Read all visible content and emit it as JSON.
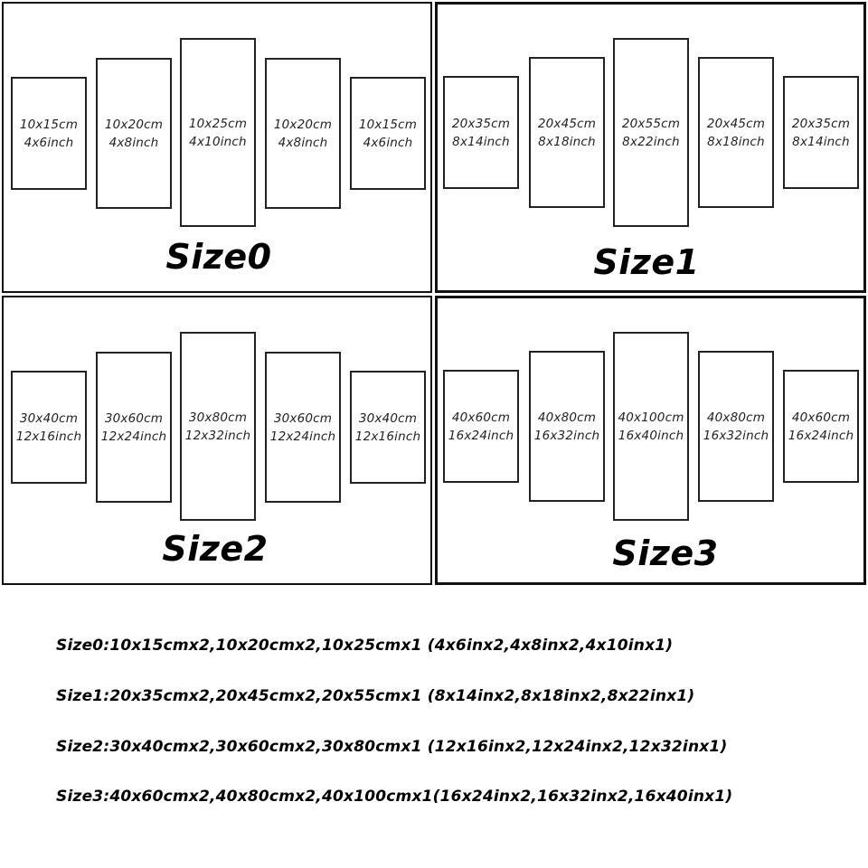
{
  "size_groups": [
    {
      "label": "Size0",
      "panels": [
        {
          "cm": "10x15cm",
          "inch": "4x6inch"
        },
        {
          "cm": "10x20cm",
          "inch": "4x8inch"
        },
        {
          "cm": "10x25cm",
          "inch": "4x10inch"
        },
        {
          "cm": "10x20cm",
          "inch": "4x8inch"
        },
        {
          "cm": "10x15cm",
          "inch": "4x6inch"
        }
      ]
    },
    {
      "label": "Size1",
      "panels": [
        {
          "cm": "20x35cm",
          "inch": "8x14inch"
        },
        {
          "cm": "20x45cm",
          "inch": "8x18inch"
        },
        {
          "cm": "20x55cm",
          "inch": "8x22inch"
        },
        {
          "cm": "20x45cm",
          "inch": "8x18inch"
        },
        {
          "cm": "20x35cm",
          "inch": "8x14inch"
        }
      ]
    },
    {
      "label": "Size2",
      "panels": [
        {
          "cm": "30x40cm",
          "inch": "12x16inch"
        },
        {
          "cm": "30x60cm",
          "inch": "12x24inch"
        },
        {
          "cm": "30x80cm",
          "inch": "12x32inch"
        },
        {
          "cm": "30x60cm",
          "inch": "12x24inch"
        },
        {
          "cm": "30x40cm",
          "inch": "12x16inch"
        }
      ]
    },
    {
      "label": "Size3",
      "panels": [
        {
          "cm": "40x60cm",
          "inch": "16x24inch"
        },
        {
          "cm": "40x80cm",
          "inch": "16x32inch"
        },
        {
          "cm": "40x100cm",
          "inch": "16x40inch"
        },
        {
          "cm": "40x80cm",
          "inch": "16x32inch"
        },
        {
          "cm": "40x60cm",
          "inch": "16x24inch"
        }
      ]
    }
  ],
  "spec_lines": [
    "Size0:10x15cmx2,10x20cmx2,10x25cmx1 (4x6inx2,4x8inx2,4x10inx1)",
    "Size1:20x35cmx2,20x45cmx2,20x55cmx1 (8x14inx2,8x18inx2,8x22inx1)",
    "Size2:30x40cmx2,30x60cmx2,30x80cmx1 (12x16inx2,12x24inx2,12x32inx1)",
    "Size3:40x60cmx2,40x80cmx2,40x100cmx1(16x24inx2,16x32inx2,16x40inx1)"
  ]
}
